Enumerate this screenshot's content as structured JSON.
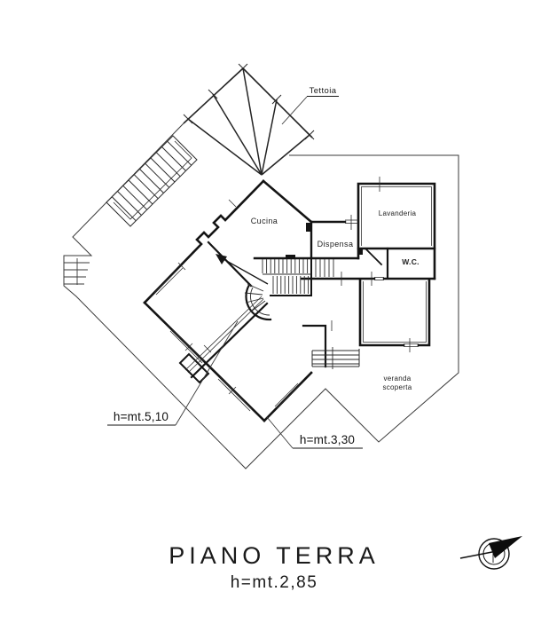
{
  "drawing": {
    "labels": {
      "tettoia": "Tettoia",
      "cucina": "Cucina",
      "dispensa": "Dispensa",
      "lavanderia": "Lavanderia",
      "wc": "W.C.",
      "veranda_line1": "veranda",
      "veranda_line2": "scoperta",
      "height_left": "h=mt.5,10",
      "height_right": "h=mt.3,30"
    },
    "title": "PIANO TERRA",
    "subtitle": "h=mt.2,85",
    "icons": {
      "compass": "north-arrow-compass-icon"
    },
    "colors": {
      "line": "#1f1f1f",
      "background": "#ffffff"
    }
  }
}
